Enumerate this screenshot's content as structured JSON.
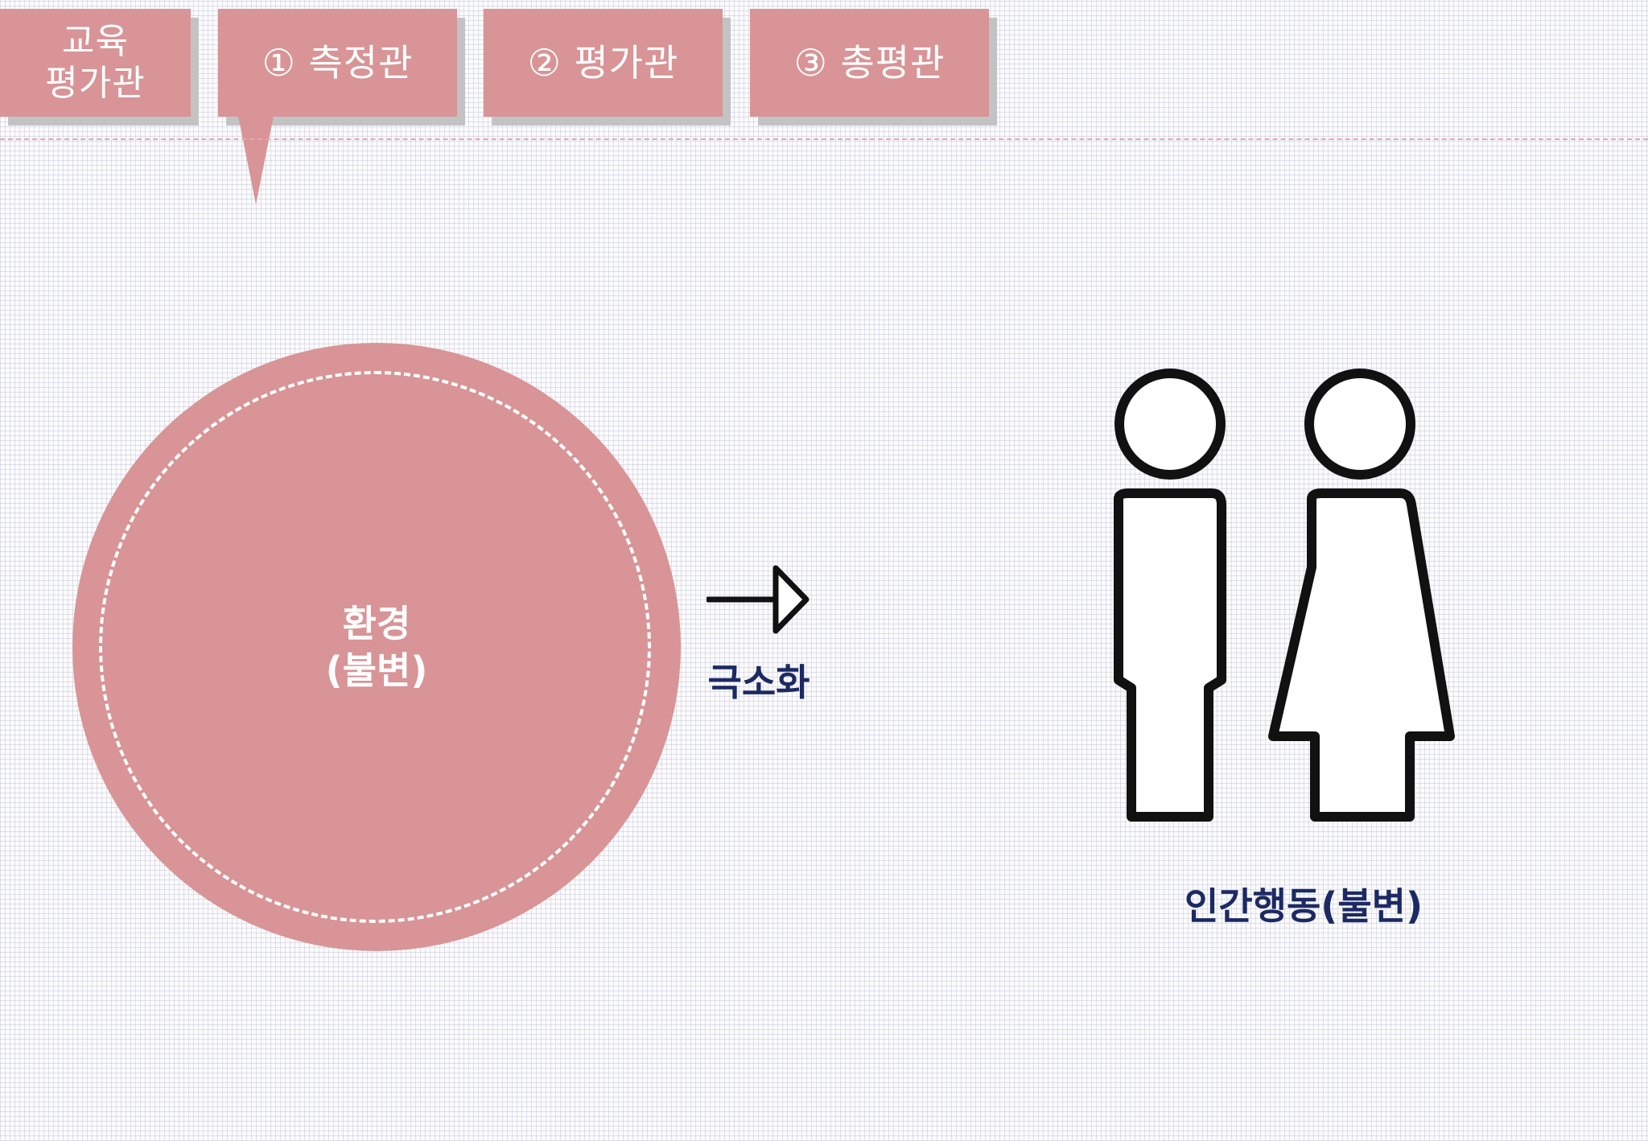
{
  "tabs": {
    "home": {
      "line1": "교육",
      "line2": "평가관"
    },
    "items": [
      {
        "label": "① 측정관"
      },
      {
        "label": "② 평가관"
      },
      {
        "label": "③ 총평관"
      }
    ]
  },
  "diagram": {
    "circle": {
      "line1": "환경",
      "line2": "(불변)"
    },
    "arrow_label": "극소화",
    "people_label": "인간행동(불변)"
  },
  "colors": {
    "accent": "#d89496",
    "tab_shadow": "#c3c3c3",
    "label_text": "#1c2a63",
    "icon_stroke": "#111111",
    "header_rule": "#e7a6ad"
  },
  "icons": [
    "pointer-triangle",
    "right-arrow-icon",
    "man-icon",
    "woman-icon"
  ]
}
